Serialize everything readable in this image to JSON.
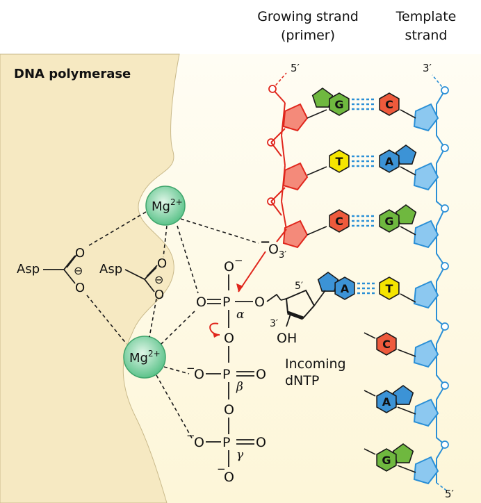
{
  "header": {
    "growing_strand_line1": "Growing strand",
    "growing_strand_line2": "(primer)",
    "template_strand_line1": "Template",
    "template_strand_line2": "strand"
  },
  "enzyme_label": "DNA polymerase",
  "ions": {
    "mg_top": "Mg",
    "mg_bottom": "Mg",
    "charge": "2+"
  },
  "residues": {
    "asp_left": "Asp",
    "asp_right": "Asp",
    "minus_glyph": "⊖"
  },
  "atoms": {
    "oxygen": "O",
    "phosphorus": "P",
    "hydroxyl": "OH",
    "minus": "−"
  },
  "phosphate_labels": {
    "alpha": "α",
    "beta": "β",
    "gamma": "γ"
  },
  "primes": {
    "five_prime": "5′",
    "three_prime": "3′",
    "o3_subscript": "3′"
  },
  "incoming_label_line1": "Incoming",
  "incoming_label_line2": "dNTP",
  "primer_pairs": [
    {
      "primer_base": "G",
      "template_base": "C"
    },
    {
      "primer_base": "T",
      "template_base": "A"
    },
    {
      "primer_base": "C",
      "template_base": "G"
    }
  ],
  "incoming_pair": {
    "primer_base": "A",
    "template_base": "T"
  },
  "unpaired_template_bases": [
    "C",
    "A",
    "G"
  ],
  "colors": {
    "G": "#6fb83f",
    "C": "#ee5a3c",
    "T": "#f5e500",
    "A": "#3c93d6",
    "primer_strand": "#e0261c",
    "template_strand": "#2a8fd6",
    "mg_ion": "#5cc38a",
    "enzyme": "#f8edc8",
    "region": "#fdf8e0"
  }
}
